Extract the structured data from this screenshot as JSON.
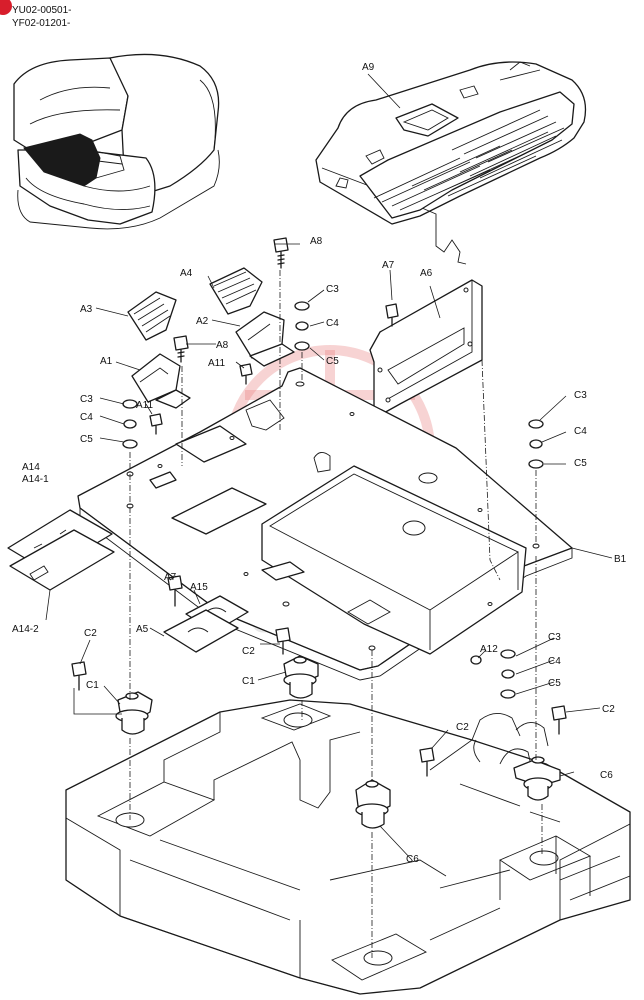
{
  "header": {
    "line1": "YU02-00501-",
    "line2": "YF02-01201-",
    "badge_color": "#d81e2c"
  },
  "watermark": {
    "text": "UNITEX",
    "color": "#e88080"
  },
  "callouts": {
    "A1": "A1",
    "A2": "A2",
    "A3": "A3",
    "A4": "A4",
    "A5": "A5",
    "A6": "A6",
    "A7": "A7",
    "A8": "A8",
    "A9": "A9",
    "A11": "A11",
    "A12": "A12",
    "A14": "A14",
    "A14_1": "A14-1",
    "A14_2": "A14-2",
    "A15": "A15",
    "B1": "B1",
    "C1": "C1",
    "C2": "C2",
    "C3": "C3",
    "C4": "C4",
    "C5": "C5",
    "C6": "C6"
  }
}
